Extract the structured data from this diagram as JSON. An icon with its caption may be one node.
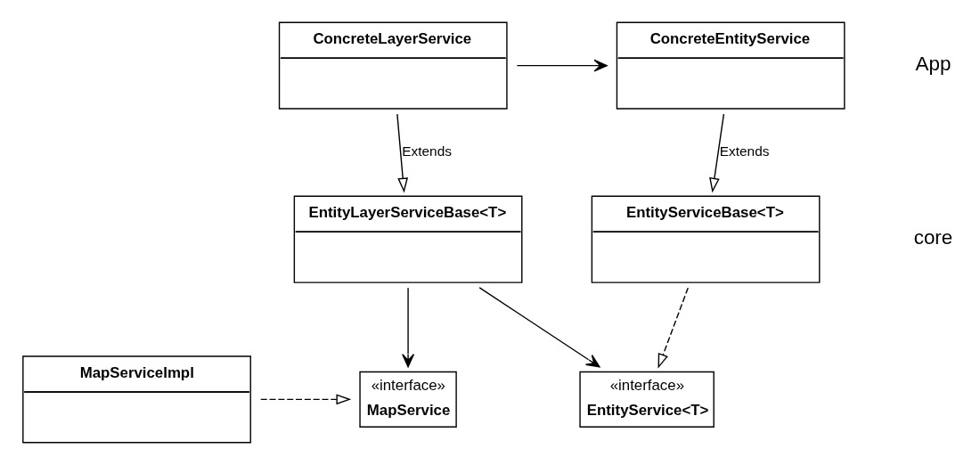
{
  "diagram": {
    "nodes": [
      {
        "text": [
          "ConcreteEntityService"
        ]
      },
      {
        "text": [
          "ConcreteLayerService"
        ]
      },
      {
        "text": [
          "EntityServiceBase<T>"
        ]
      },
      {
        "text": [
          "EntityLayerServiceBase<T>"
        ]
      },
      {
        "text": [
          "«interface»",
          "EntityService<T>"
        ]
      },
      {
        "text": [
          "«interface»",
          "MapService"
        ]
      },
      {
        "text": [
          "MapServiceImpl"
        ]
      }
    ],
    "edges": [
      {
        "from": 1,
        "to": 0,
        "arrow": "to"
      },
      {
        "from": 0,
        "to": 2,
        "arrow": "to",
        "label": "Extends"
      },
      {
        "from": 1,
        "to": 3,
        "arrow": "to",
        "label": "Extends"
      },
      {
        "from": 2,
        "to": 4,
        "arrow": "to",
        "style": "dashed"
      },
      {
        "from": 3,
        "to": 4,
        "arrow": "to"
      },
      {
        "from": 3,
        "to": 5,
        "arrow": "to"
      },
      {
        "from": 6,
        "to": 5,
        "arrow": "to",
        "style": "dashed"
      }
    ],
    "labels": [
      "App",
      "core"
    ]
  }
}
